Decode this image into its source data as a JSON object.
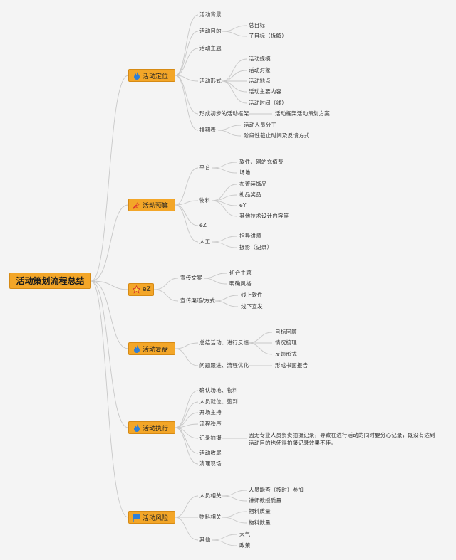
{
  "root": "活动策划流程总结",
  "branches": [
    {
      "label": "活动定位",
      "icon": "flame-icon"
    },
    {
      "label": "活动预算",
      "icon": "wrench-icon"
    },
    {
      "label": "eZ",
      "icon": "star-icon"
    },
    {
      "label": "活动复盘",
      "icon": "flame-icon"
    },
    {
      "label": "活动执行",
      "icon": "flame-icon"
    },
    {
      "label": "活动风险",
      "icon": "flag-icon"
    }
  ],
  "nodes": {
    "n1": "活动背景",
    "n2": "活动目的",
    "n2a": "总目标",
    "n2b": "子目标（拆解）",
    "n3": "活动主题",
    "n4": "活动形式",
    "n4a": "活动规模",
    "n4b": "活动对象",
    "n4c": "活动地点",
    "n4d": "活动主要内容",
    "n4e": "活动时间（线）",
    "n5": "形成初步的活动框架",
    "n5a": "活动框架活动策划方案",
    "n6": "排期表",
    "n6a": "活动人员分工",
    "n6b": "阶段性截止时间及反馈方式",
    "b1": "平台",
    "b1a": "软件、网站充值费",
    "b1b": "场地",
    "b2": "物料",
    "b2a": "布置装饰品",
    "b2b": "礼品奖品",
    "b2c": "eY",
    "b2d": "其他技术设计内容等",
    "b3": "eZ",
    "b4": "人工",
    "b4a": "指导讲师",
    "b4b": "摄影（记录）",
    "c1": "宣传文案",
    "c1a": "切合主题",
    "c1b": "明确风格",
    "c2": "宣传渠道/方式",
    "c2a": "线上软件",
    "c2b": "线下宣发",
    "d1": "总结活动、进行反馈",
    "d1a": "目标回顾",
    "d1b": "情况梳理",
    "d1c": "反馈形式",
    "d2": "问题跟进、流程优化",
    "d2a": "形成书面报告",
    "e1": "确认场地、物料",
    "e2": "人员就位、签到",
    "e3": "开场主持",
    "e4": "流程秩序",
    "e5": "记录拍摄",
    "e5a": "因无专业人员负责拍摄记录，导致在进行活动的同时要分心记录，既没有达到活动目的也使得拍摄记录效果不佳。",
    "e6": "活动收尾",
    "e7": "清理现场",
    "f1": "人员相关",
    "f1a": "人员能否（按时）参加",
    "f1b": "讲师教授质量",
    "f2": "物料相关",
    "f2a": "物料质量",
    "f2b": "物料数量",
    "f3": "其他",
    "f3a": "天气",
    "f3b": "政策"
  }
}
